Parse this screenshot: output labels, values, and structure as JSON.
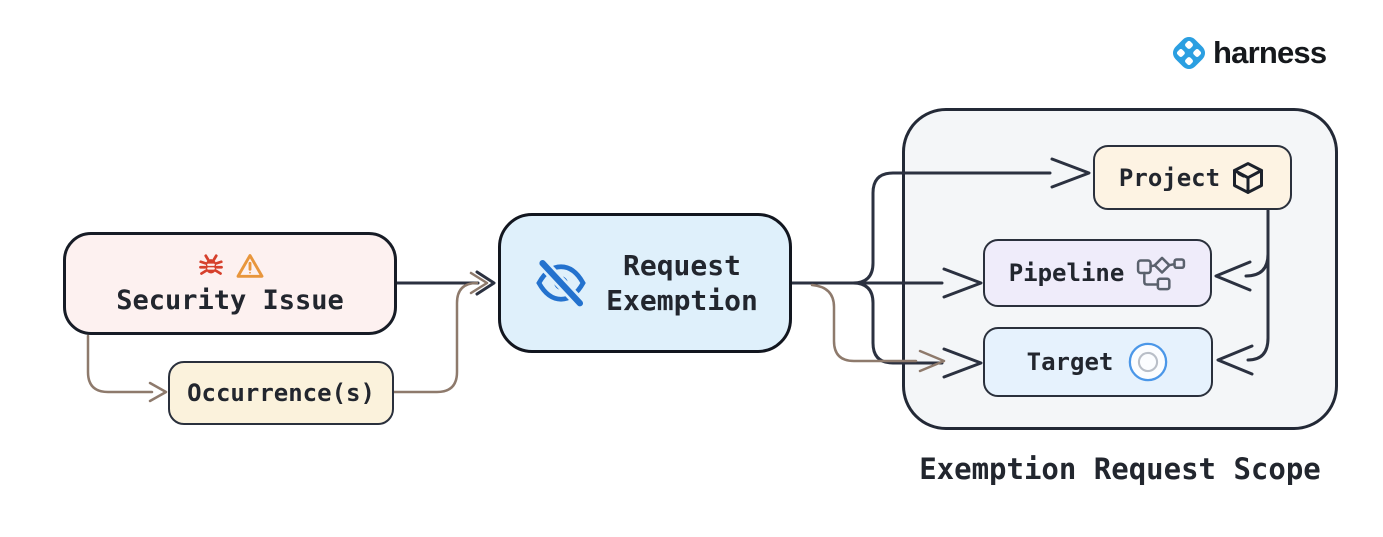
{
  "logo": {
    "brand": "harness",
    "icon": "harness-logo-icon",
    "brand_color": "#2b9fe1"
  },
  "nodes": {
    "security_issue": {
      "label": "Security Issue",
      "icons": [
        "bug-icon",
        "warning-icon"
      ],
      "fill": "#fdf1f0"
    },
    "occurrences": {
      "label": "Occurrence(s)",
      "fill": "#fbf2dc"
    },
    "request_exemption": {
      "label": "Request Exemption",
      "label_lines": [
        "Request",
        "Exemption"
      ],
      "icon": "eye-off-icon",
      "fill": "#dff0fb"
    },
    "project": {
      "label": "Project",
      "icon": "box-icon",
      "fill": "#fdf3e3"
    },
    "pipeline": {
      "label": "Pipeline",
      "icon": "pipeline-icon",
      "fill": "#efecfa"
    },
    "target": {
      "label": "Target",
      "icon": "target-icon",
      "fill": "#e6f2fd"
    }
  },
  "group": {
    "label": "Exemption Request Scope",
    "fill": "#f4f6f8"
  },
  "edges": [
    {
      "from": "security_issue",
      "to": "request_exemption",
      "color": "dark"
    },
    {
      "from": "security_issue",
      "to": "occurrences",
      "color": "brown"
    },
    {
      "from": "occurrences",
      "to": "request_exemption",
      "color": "brown"
    },
    {
      "from": "request_exemption",
      "to": "project",
      "color": "dark"
    },
    {
      "from": "request_exemption",
      "to": "pipeline",
      "color": "dark"
    },
    {
      "from": "request_exemption",
      "to": "target",
      "color": "dark"
    },
    {
      "from": "request_exemption",
      "to": "target",
      "color": "brown"
    },
    {
      "from": "project",
      "to": "pipeline",
      "color": "dark"
    },
    {
      "from": "project",
      "to": "target",
      "color": "dark"
    }
  ],
  "colors": {
    "edge_dark": "#2b3140",
    "edge_brown": "#8e7a6c",
    "icon_blue": "#2472ce",
    "bug_red": "#d6402c",
    "warning_orange": "#e8963c",
    "text": "#22262e"
  }
}
